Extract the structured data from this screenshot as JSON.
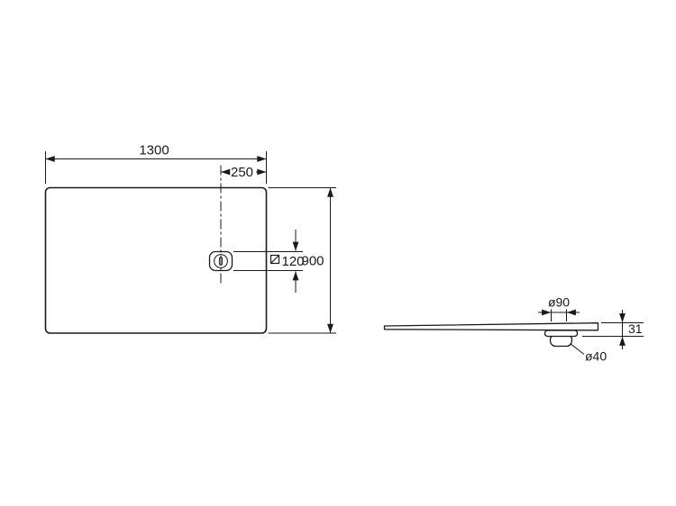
{
  "colors": {
    "line": "#1a1a1a",
    "background": "#ffffff"
  },
  "top_view": {
    "overall_width": "1300",
    "drain_offset_from_right": "250",
    "overall_depth": "900",
    "drain_square_size": "120",
    "drain_square_symbol": "square-with-diagonal"
  },
  "side_view": {
    "drain_hole_diameter": "ø90",
    "tray_height": "31",
    "waste_outlet_diameter": "ø40"
  }
}
